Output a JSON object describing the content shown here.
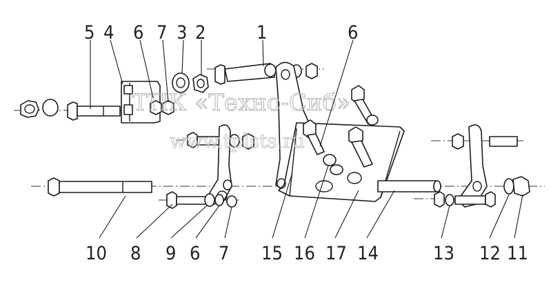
{
  "watermark": {
    "line1": "ТПК «Техно-Сиб»",
    "line2": "www.tplsts.ru"
  },
  "callouts": {
    "c5": "5",
    "c4": "4",
    "c6a": "6",
    "c7a": "7",
    "c3": "3",
    "c2": "2",
    "c1": "1",
    "c6b": "6",
    "c10": "10",
    "c8": "8",
    "c9": "9",
    "c6c": "6",
    "c7b": "7",
    "c15": "15",
    "c16": "16",
    "c17": "17",
    "c14": "14",
    "c13": "13",
    "c12": "12",
    "c11": "11"
  }
}
